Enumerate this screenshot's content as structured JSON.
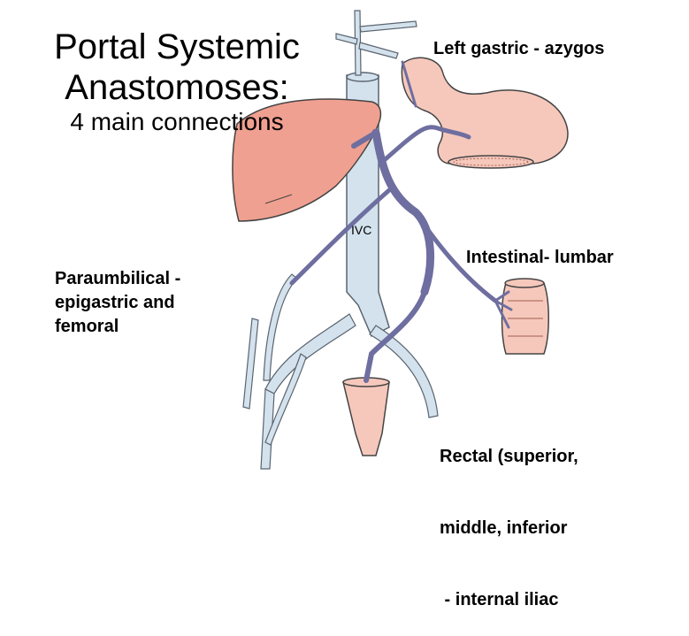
{
  "title": {
    "line1": "Portal Systemic",
    "line2": "Anastomoses:",
    "subtitle": "4 main connections"
  },
  "labels": {
    "left_gastric": "Left gastric - azygos",
    "intestinal": "Intestinal- lumbar",
    "paraumbilical": [
      "Paraumbilical -",
      "epigastric and",
      "femoral"
    ],
    "rectal": [
      "Rectal (superior,",
      "middle, inferior",
      " - internal iliac"
    ],
    "ivc": "IVC"
  },
  "colors": {
    "portal_vein": "#6e6ea0",
    "systemic_vein": "#d3e2ec",
    "vein_outline": "#5a6470",
    "liver": "#f0a090",
    "stomach": "#f6c8bc",
    "organ_outline": "#444444"
  },
  "icons": [
    "liver-illustration",
    "stomach-illustration",
    "colon-illustration",
    "rectum-illustration"
  ]
}
